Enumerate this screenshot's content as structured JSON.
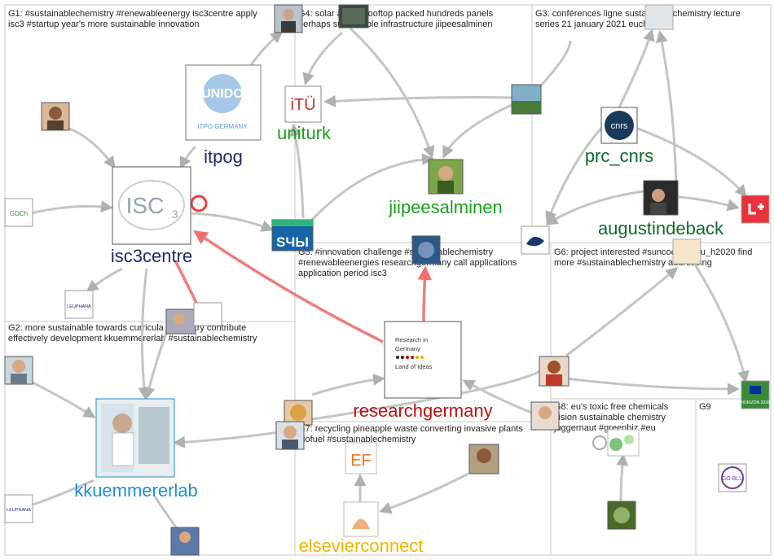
{
  "groups": [
    {
      "id": "G1",
      "lines": [
        "G1: #sustainablechemistry #renewableenergy isc3centre apply",
        "isc3 #startup year's more sustainable innovation"
      ]
    },
    {
      "id": "G2",
      "lines": [
        "G2: more sustainable towards curricula chemistry contribute",
        "effectively development kkuemmererlab #sustainablechemistry"
      ]
    },
    {
      "id": "G3",
      "lines": [
        "G3: conférences ligne sustainable chemistry lecture",
        "series 21 january 2021 euchems"
      ]
    },
    {
      "id": "G4",
      "lines": [
        "G4: solar aurum rooftop packed hundreds panels",
        "perhaps sustainable infrastructure jiipeesalminen"
      ]
    },
    {
      "id": "G5",
      "lines": [
        "G5: #innovation challenge #sustainablechemistry",
        "#renewableenergies researchgermany call applications",
        "application period isc3"
      ]
    },
    {
      "id": "G6",
      "lines": [
        "G6: project interested #suncochem eu_h2020 find",
        "more #sustainablechemistry addressing"
      ]
    },
    {
      "id": "G7",
      "lines": [
        "G7: recycling pineapple waste converting invasive plants",
        "biofuel #sustainablechemistry"
      ]
    },
    {
      "id": "G8",
      "lines": [
        "G8: eu's toxic free chemicals",
        "vision sustainable chemistry",
        "juggernaut #greenbiz #eu"
      ]
    },
    {
      "id": "G9",
      "lines": [
        "G9"
      ]
    }
  ],
  "labels": {
    "isc3centre": "isc3centre",
    "itpog": "itpog",
    "kkuemmererlab": "kkuemmererlab",
    "researchgermany": "researchgermany",
    "elsevierconnect": "elsevierconnect",
    "uniturk": "uniturk",
    "jiipeesalminen": "jiipeesalminen",
    "prc_cnrs": "prc_cnrs",
    "augustindeback": "augustindeback"
  },
  "logo_text": {
    "unido": "UNIDO",
    "itpo": "ITPO GERMANY",
    "isc3": "ISC",
    "isc3_sub": "3",
    "cnrs": "cnrs",
    "rig": [
      "Research in",
      "Germany",
      "Land of Ideas"
    ],
    "ef": "EF",
    "sdsk": "SЧЫ",
    "gdch": "GDCh",
    "leuphana": "LEUPHANA",
    "gblu": "GO BLU",
    "itu": "iTÜ",
    "horizon": "HORIZON 2020"
  },
  "colors": {
    "isc3centre": "#1a2a6c",
    "itpog": "#1a2a6c",
    "kkuemmererlab": "#1e90d8",
    "researchgermany": "#c01010",
    "elsevierconnect": "#f0b400",
    "uniturk": "#1aa01a",
    "jiipeesalminen": "#1aa01a",
    "prc_cnrs": "#0d6b2b",
    "augustindeback": "#0d6b2b",
    "edge_gray": "#b8b8b8",
    "edge_red": "#f08080"
  }
}
